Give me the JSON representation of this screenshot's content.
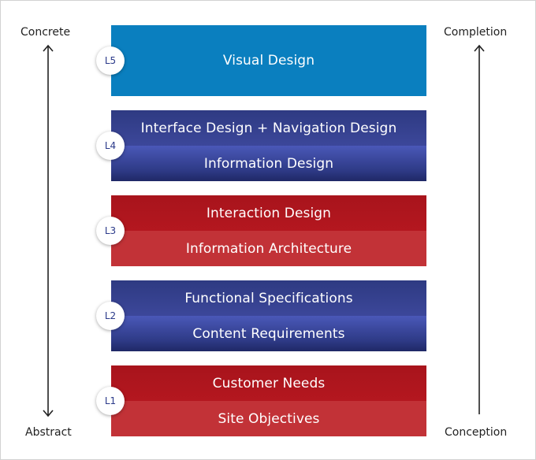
{
  "axes": {
    "left": {
      "top_label": "Concrete",
      "bottom_label": "Abstract"
    },
    "right": {
      "top_label": "Completion",
      "bottom_label": "Conception"
    }
  },
  "layers": [
    {
      "badge": "L5",
      "bands": [
        "Visual Design"
      ],
      "theme": "blue"
    },
    {
      "badge": "L4",
      "bands": [
        "Interface Design + Navigation Design",
        "Information Design"
      ],
      "theme": "navy"
    },
    {
      "badge": "L3",
      "bands": [
        "Interaction Design",
        "Information Architecture"
      ],
      "theme": "red"
    },
    {
      "badge": "L2",
      "bands": [
        "Functional Specifications",
        "Content Requirements"
      ],
      "theme": "navy"
    },
    {
      "badge": "L1",
      "bands": [
        "Customer Needs",
        "Site Objectives"
      ],
      "theme": "red"
    }
  ],
  "colors": {
    "blue": "#0a7fbf",
    "navy": "#2e3a82",
    "red": "#b4171f",
    "badge_text": "#2b3a8a"
  }
}
